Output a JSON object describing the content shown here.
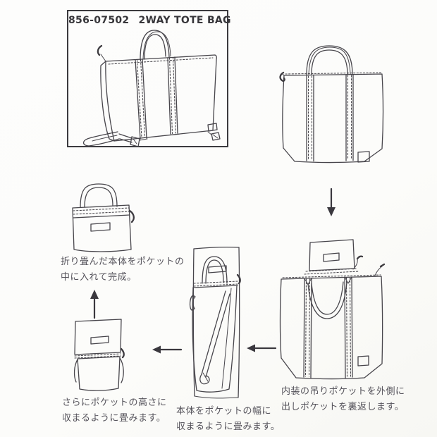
{
  "colors": {
    "background": "#fcfcfa",
    "line_art": "#47454b",
    "caption_text": "#54525a",
    "title_text": "#37363a",
    "arrow": "#3a383e"
  },
  "product_box": {
    "code": "856-07502",
    "name": "2WAY TOTE BAG"
  },
  "steps": {
    "flip_pocket": {
      "line1": "内装の吊りポケットを外側に",
      "line2": "出しポケットを裏返します。"
    },
    "fold_width": {
      "line1": "本体をポケットの幅に",
      "line2": "収まるように畳みます。"
    },
    "fold_height": {
      "line1": "さらにポケットの高さに",
      "line2": "収まるように畳みます。"
    },
    "complete": {
      "line1": "折り畳んだ本体をポケットの",
      "line2": "中に入れて完成。"
    }
  }
}
